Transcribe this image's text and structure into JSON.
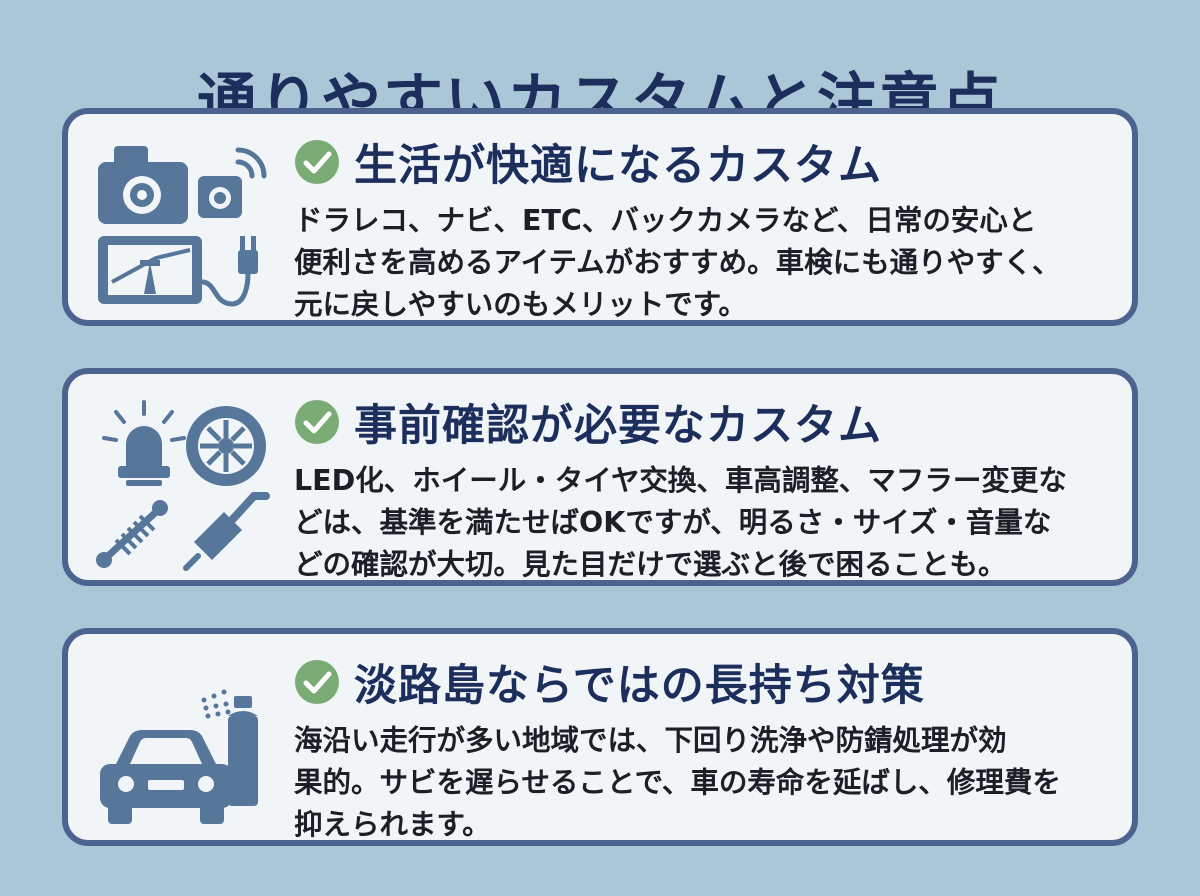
{
  "page_title": "通りやすいカスタムと注意点",
  "cards": [
    {
      "title": "生活が快適になるカスタム",
      "body_lines": [
        "ドラレコ、ナビ、ETC、バックカメラなど、日常の安心と",
        "便利さを高めるアイテムがおすすめ。車検にも通りやすく、",
        "元に戻しやすいのもメリットです。"
      ]
    },
    {
      "title": "事前確認が必要なカスタム",
      "body_lines": [
        "LED化、ホイール・タイヤ交換、車高調整、マフラー変更な",
        "どは、基準を満たせばOKですが、明るさ・サイズ・音量な",
        "どの確認が大切。見た目だけで選ぶと後で困ることも。"
      ]
    },
    {
      "title": "淡路島ならではの長持ち対策",
      "body_lines": [
        "海沿い走行が多い地域では、下回り洗浄や防錆処理が効",
        "果的。サビを遅らせることで、車の寿命を延ばし、修理費を",
        "抑えられます。"
      ]
    }
  ],
  "colors": {
    "background": "#a9c7d6",
    "card_fill": "#f1f5f8",
    "card_border": "#4c6390",
    "title_text": "#1c2e5c",
    "check_green": "#7aab74",
    "icon_fill": "#56779a"
  }
}
